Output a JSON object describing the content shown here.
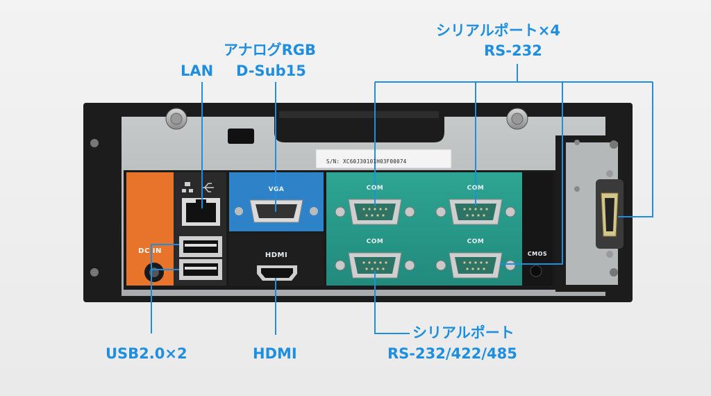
{
  "callouts": {
    "lan": "LAN",
    "vga_line1": "アナログRGB",
    "vga_line2": "D-Sub15",
    "serial4_line1": "シリアルポート×4",
    "serial4_line2": "RS-232",
    "usb": "USB2.0×2",
    "hdmi": "HDMI",
    "serial_multi_line1": "シリアルポート",
    "serial_multi_line2": "RS-232/422/485"
  },
  "panel_labels": {
    "vga": "VGA",
    "hdmi": "HDMI",
    "com1": "COM",
    "com2": "COM",
    "com3": "COM",
    "com4": "COM",
    "cmos": "CMOS",
    "dcin": "DC IN"
  },
  "serial_sticker": "S/N: XC60J30101H03F00074",
  "colors": {
    "callout": "#1e8fe0",
    "orange_panel": "#e8742c",
    "vga_panel": "#2e82c8",
    "com_panel": "#2a9a8c",
    "chassis": "#1f1f1f",
    "plate": "#b7babb"
  },
  "icons": [
    "thumbscrew-icon",
    "lock-slot-icon",
    "network-icon",
    "usb-icon"
  ]
}
